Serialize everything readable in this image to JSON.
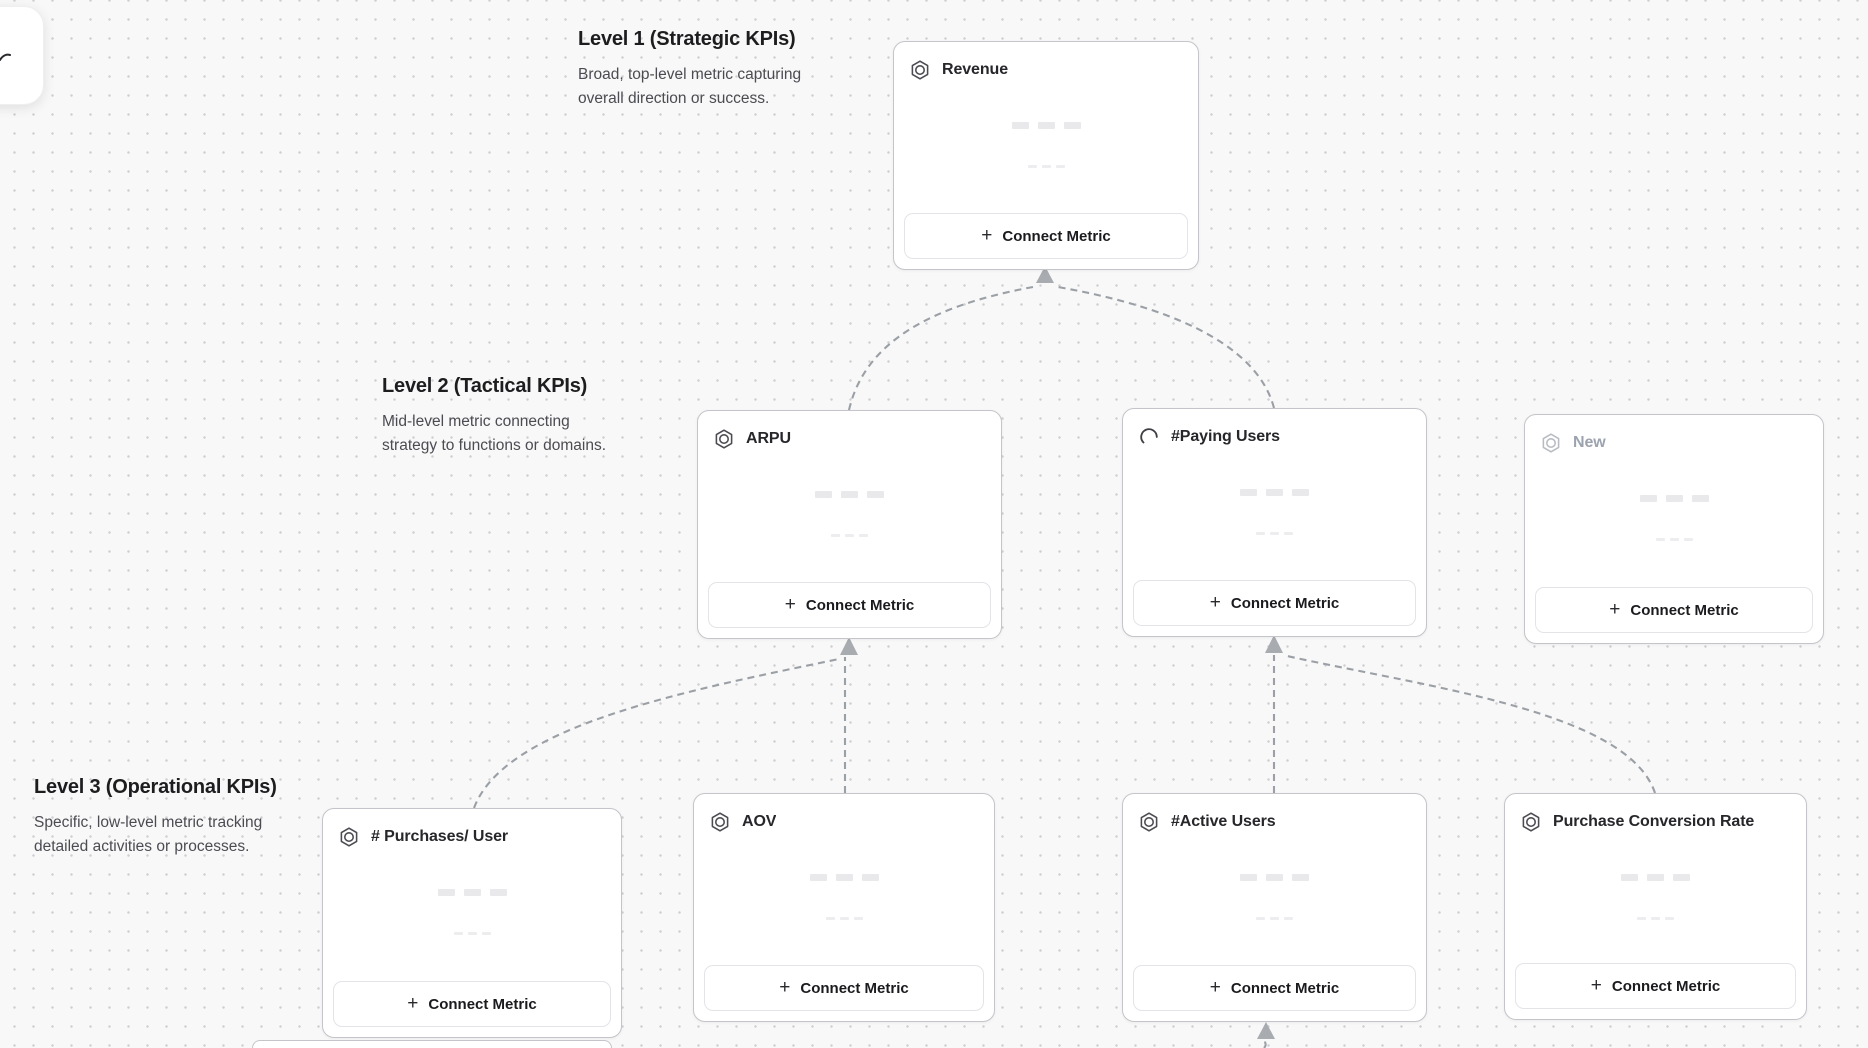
{
  "levels": [
    {
      "title": "Level 1 (Strategic KPIs)",
      "description_lines": [
        "Broad, top-level metric capturing",
        "overall direction or success."
      ]
    },
    {
      "title": "Level 2 (Tactical KPIs)",
      "description_lines": [
        "Mid-level metric connecting",
        "strategy to functions or domains."
      ]
    },
    {
      "title": "Level 3 (Operational KPIs)",
      "description_lines": [
        "Specific, low-level metric tracking",
        "detailed activities or processes."
      ]
    }
  ],
  "cards": [
    {
      "title": "Revenue",
      "state": "default",
      "icon": "hexagon-badge-icon",
      "connect_label": "Connect Metric"
    },
    {
      "title": "ARPU",
      "state": "default",
      "icon": "hexagon-badge-icon",
      "connect_label": "Connect Metric"
    },
    {
      "title": "#Paying Users",
      "state": "loading",
      "icon": "spinner-icon",
      "connect_label": "Connect Metric"
    },
    {
      "title": "New",
      "state": "draft",
      "icon": "hexagon-badge-icon",
      "connect_label": "Connect Metric"
    },
    {
      "title": "# Purchases/ User",
      "state": "default",
      "icon": "hexagon-badge-icon",
      "connect_label": "Connect Metric"
    },
    {
      "title": "AOV",
      "state": "default",
      "icon": "hexagon-badge-icon",
      "connect_label": "Connect Metric"
    },
    {
      "title": "#Active Users",
      "state": "default",
      "icon": "hexagon-badge-icon",
      "connect_label": "Connect Metric"
    },
    {
      "title": "Purchase Conversion Rate",
      "state": "default",
      "icon": "hexagon-badge-icon",
      "connect_label": "Connect Metric"
    }
  ],
  "icons": {
    "plus_glyph": "+",
    "badge": "hexagon-badge-icon",
    "loading": "spinner-icon",
    "toolbar": "cursor-icon"
  },
  "colors": {
    "canvas_bg": "#f8f8f8",
    "dot": "#d0d0d4",
    "card_bg": "#ffffff",
    "card_border": "#c4c4ca",
    "title": "#26262b",
    "muted": "#9ca3af",
    "description": "#4b4b52",
    "connector": "#9ba0a6",
    "skeleton": "#e9e9eb"
  }
}
